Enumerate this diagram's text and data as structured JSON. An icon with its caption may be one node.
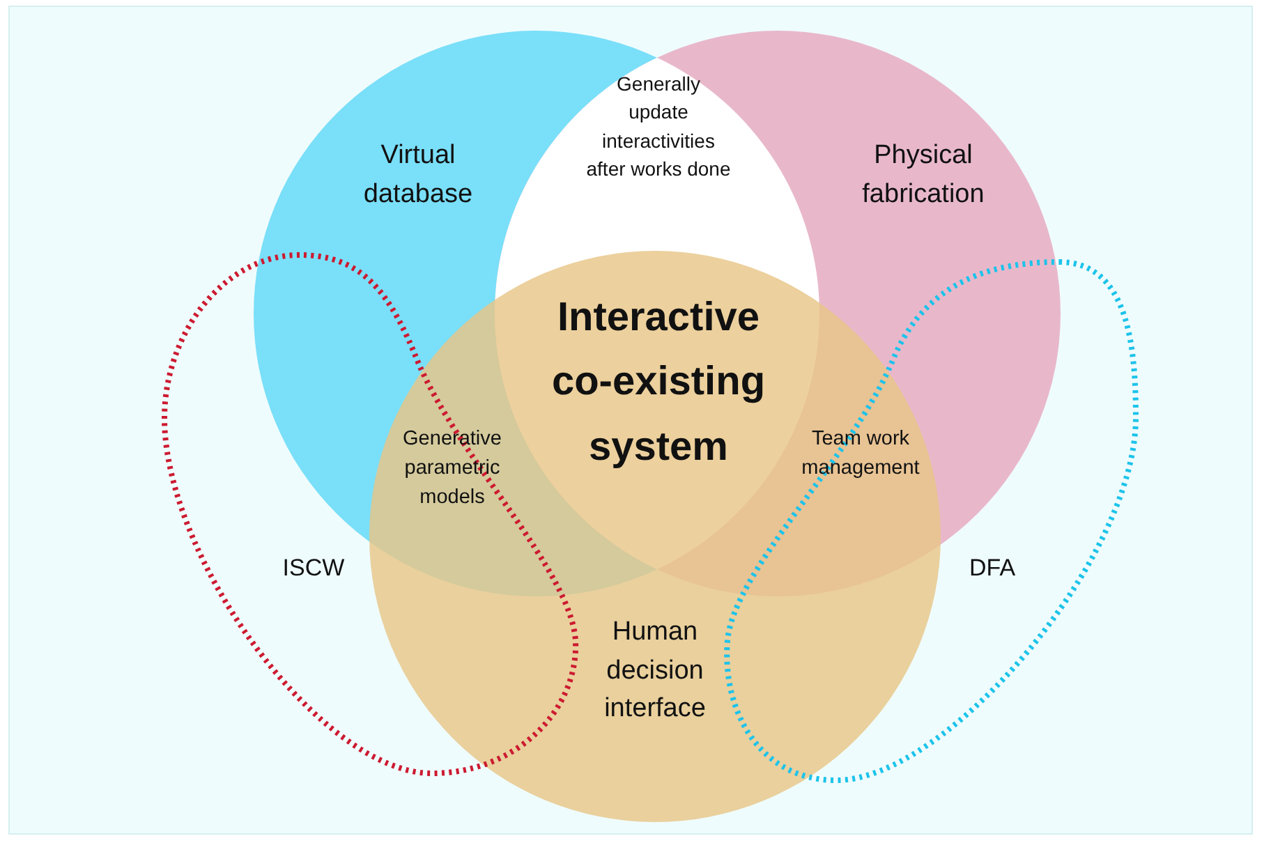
{
  "diagram": {
    "nodes": [
      {
        "text": [
          "Virtual database"
        ]
      },
      {
        "text": [
          "Physical fabrication"
        ]
      },
      {
        "text": [
          "Human decision interface"
        ]
      },
      {
        "text": [
          "ISCW"
        ]
      },
      {
        "text": [
          "DFA"
        ]
      }
    ],
    "labels": [
      "Generally update interactivities after works done",
      "Interactive co-existing system",
      "Generative parametric models",
      "Team work management"
    ]
  }
}
